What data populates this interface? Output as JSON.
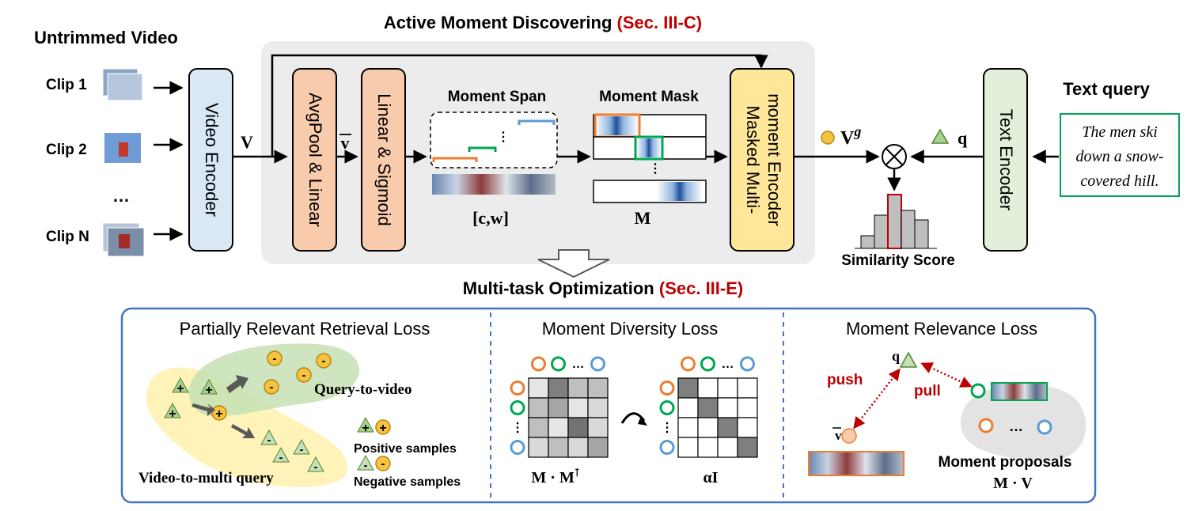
{
  "section_top": {
    "title": "Active Moment Discovering",
    "ref": "(Sec. III-C)"
  },
  "section_bottom": {
    "title": "Multi-task Optimization",
    "ref": "(Sec. III-E)"
  },
  "input": {
    "title": "Untrimmed Video",
    "clips": [
      "Clip 1",
      "Clip 2",
      "Clip N"
    ],
    "ellipsis": "…"
  },
  "modules": {
    "video_encoder": "Video Encoder",
    "avgpool": "AvgPool & Linear",
    "linear_sigmoid": "Linear & Sigmoid",
    "masked_encoder_line1": "Masked Multi-",
    "masked_encoder_line2": "moment Encoder",
    "text_encoder": "Text Encoder"
  },
  "symbols": {
    "V": "V",
    "vbar": "v",
    "Vg_base": "V",
    "Vg_sup": "g",
    "q": "q",
    "cw": "[c,w]",
    "M": "M",
    "dots": "⋮"
  },
  "moment_span": {
    "title": "Moment Span"
  },
  "moment_mask": {
    "title": "Moment Mask"
  },
  "text_query": {
    "title": "Text query",
    "lines": [
      "The men ski",
      "down a snow-",
      "covered hill."
    ]
  },
  "similarity": {
    "label": "Similarity Score"
  },
  "losses": {
    "prr": {
      "title": "Partially Relevant Retrieval Loss",
      "q2v": "Query-to-video",
      "v2mq": "Video-to-multi query",
      "positive": "Positive samples",
      "negative": "Negative samples"
    },
    "diversity": {
      "title": "Moment Diversity Loss",
      "left_label": "M · M",
      "left_sup": "⊺",
      "right_label": "αI",
      "dots": "…"
    },
    "relevance": {
      "title": "Moment Relevance Loss",
      "push": "push",
      "pull": "pull",
      "q": "q",
      "vbar": "v",
      "proposals": "Moment proposals",
      "mv": "M · V",
      "dots": "…"
    }
  },
  "colors": {
    "accent_red": "#c00000",
    "video_encoder_fill": "#dae8f6",
    "orange_fill": "#f8cbad",
    "yellow_fill": "#ffe699",
    "text_encoder_fill": "#e2efda",
    "gray_panel": "#ececec",
    "bottom_border": "#4472c4"
  }
}
